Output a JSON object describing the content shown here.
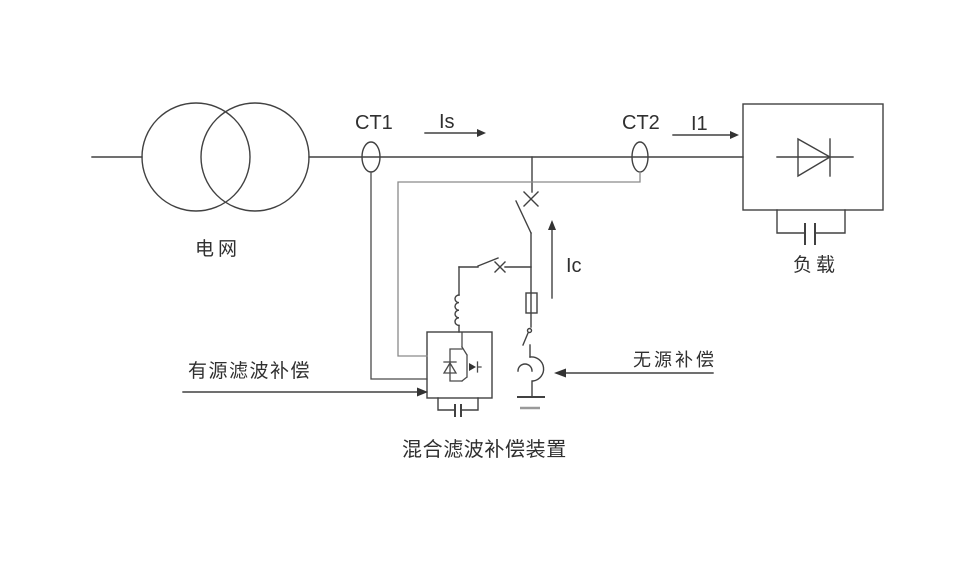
{
  "diagram": {
    "title": "混合滤波补偿装置",
    "labels": {
      "grid": "电网",
      "ct1": "CT1",
      "is_current": "Is",
      "ct2": "CT2",
      "i1_current": "I1",
      "ic_current": "Ic",
      "load": "负载",
      "active_compensation": "有源滤波补偿",
      "passive_compensation": "无源补偿"
    },
    "colors": {
      "background": "#ffffff",
      "wire": "#414141",
      "signal_wire": "#8a8a8a",
      "text": "#303030"
    }
  }
}
